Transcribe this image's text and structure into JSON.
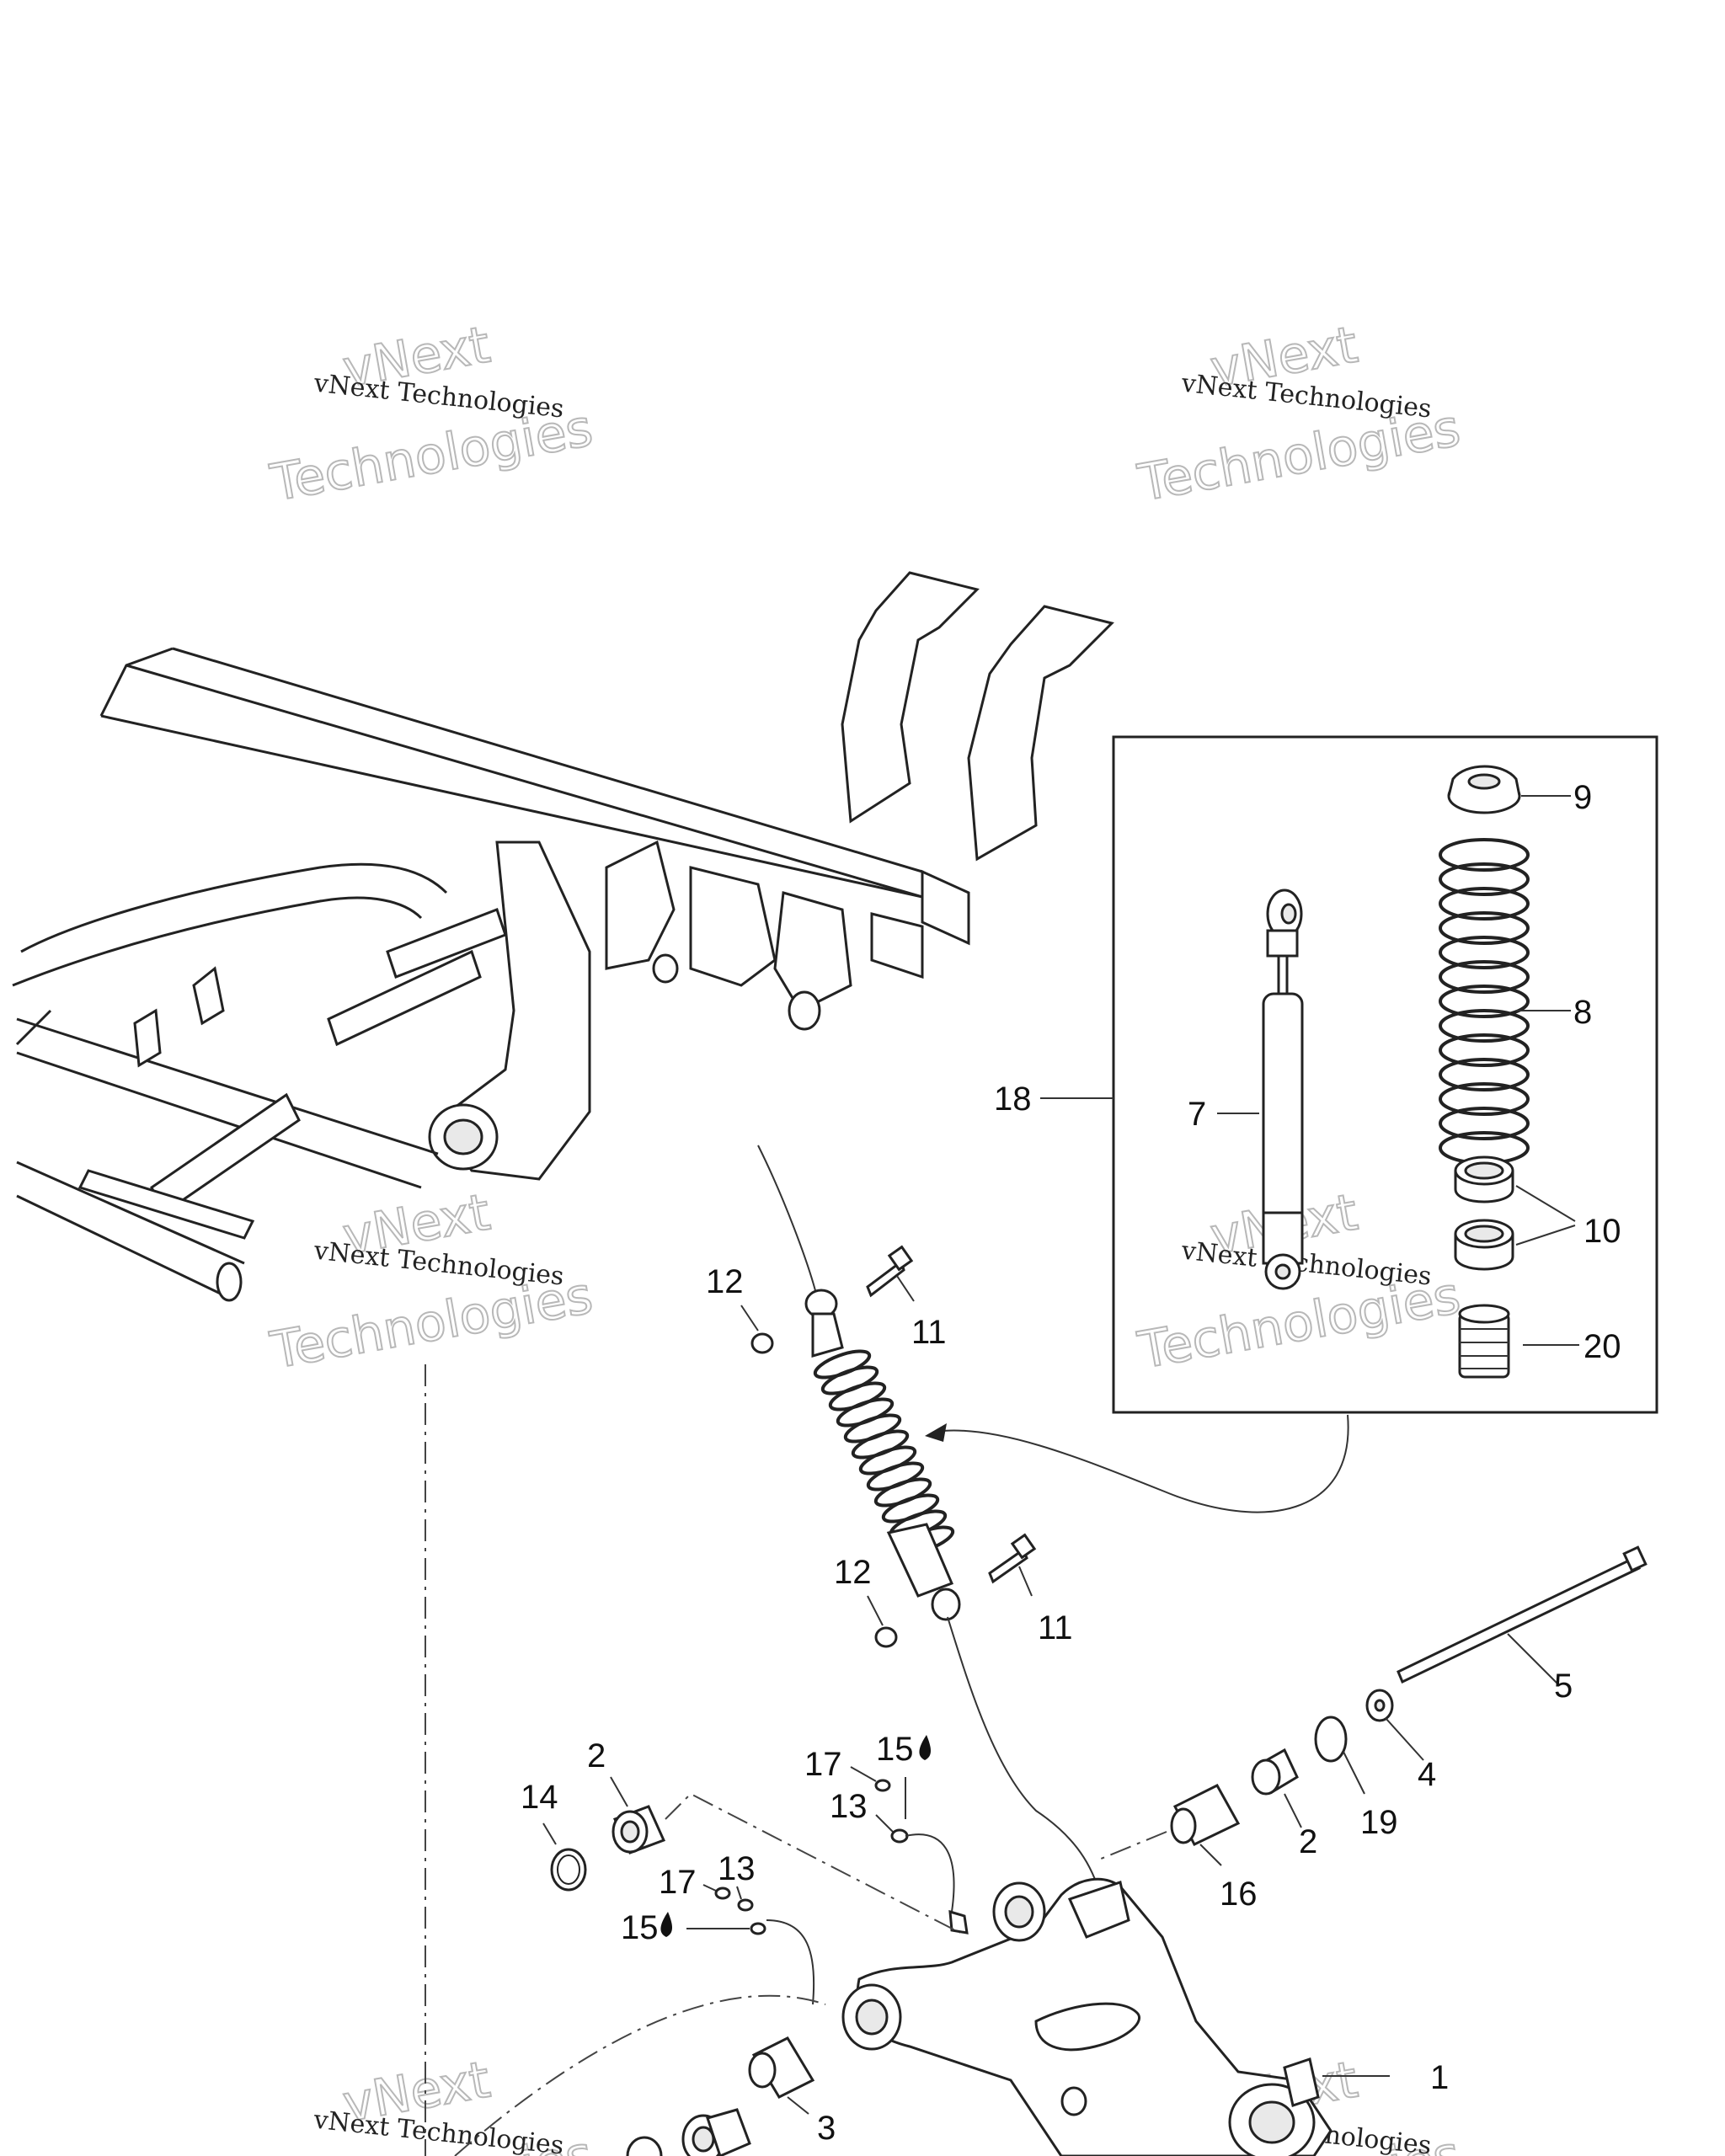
{
  "watermark": {
    "line1": "vNext Technologies",
    "line2": "vNext",
    "line3": "Technologies"
  },
  "callouts": {
    "c1": "1",
    "c2a": "2",
    "c2b": "2",
    "c3": "3",
    "c4": "4",
    "c5": "5",
    "c7": "7",
    "c8": "8",
    "c9": "9",
    "c10": "10",
    "c11a": "11",
    "c11b": "11",
    "c12a": "12",
    "c12b": "12",
    "c13a": "13",
    "c13b": "13",
    "c14": "14",
    "c15a": "15",
    "c15b": "15",
    "c16": "16",
    "c17a": "17",
    "c17b": "17",
    "c18": "18",
    "c19": "19",
    "c20": "20"
  },
  "icons": {
    "grease": "drop-icon"
  }
}
